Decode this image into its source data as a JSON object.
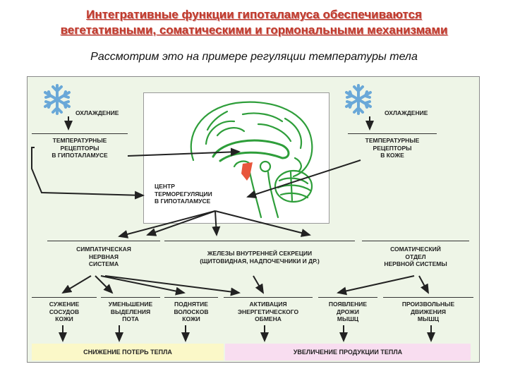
{
  "title_line1": "Интегративные функции гипоталамуса обеспечиваются",
  "title_line2": "вегетативными, соматическими и гормональными механизмами",
  "subtitle": "Рассмотрим это на примере регуляции температуры тела",
  "diagram": {
    "cooling_left": "ОХЛАЖДЕНИЕ",
    "cooling_right": "ОХЛАЖДЕНИЕ",
    "receptors_hypothalamus": "ТЕМПЕРАТУРНЫЕ\nРЕЦЕПТОРЫ\nВ ГИПОТАЛАМУСЕ",
    "receptors_skin": "ТЕМПЕРАТУРНЫЕ\nРЕЦЕПТОРЫ\nВ КОЖЕ",
    "center": "ЦЕНТР\nТЕРМОРЕГУЛЯЦИИ\nВ ГИПОТАЛАМУСЕ",
    "sympathetic": "СИМПАТИЧЕСКАЯ\nНЕРВНАЯ\nСИСТЕМА",
    "glands": "ЖЕЛЕЗЫ ВНУТРЕННЕЙ СЕКРЕЦИИ\n(ЩИТОВИДНАЯ, НАДПОЧЕЧНИКИ И ДР.)",
    "somatic": "СОМАТИЧЕСКИЙ\nОТДЕЛ\nНЕРВНОЙ СИСТЕМЫ",
    "effect1": "СУЖЕНИЕ\nСОСУДОВ\nКОЖИ",
    "effect2": "УМЕНЬШЕНИЕ\nВЫДЕЛЕНИЯ\nПОТА",
    "effect3": "ПОДНЯТИЕ\nВОЛОСКОВ\nКОЖИ",
    "effect4": "АКТИВАЦИЯ\nЭНЕРГЕТИЧЕСКОГО\nОБМЕНА",
    "effect5": "ПОЯВЛЕНИЕ\nДРОЖИ\nМЫШЦ",
    "effect6": "ПРОИЗВОЛЬНЫЕ\nДВИЖЕНИЯ\nМЫШЦ",
    "bar_left": "СНИЖЕНИЕ ПОТЕРЬ ТЕПЛА",
    "bar_right": "УВЕЛИЧЕНИЕ ПРОДУКЦИИ ТЕПЛА"
  },
  "colors": {
    "title": "#c0392b",
    "panel": "#eef5e7",
    "brain": "#2e9e3a",
    "hypothalamus": "#e8553b",
    "snowflake": "#6aa8d8",
    "bar_left": "#fbf8c8",
    "bar_right": "#f8ddf0"
  }
}
